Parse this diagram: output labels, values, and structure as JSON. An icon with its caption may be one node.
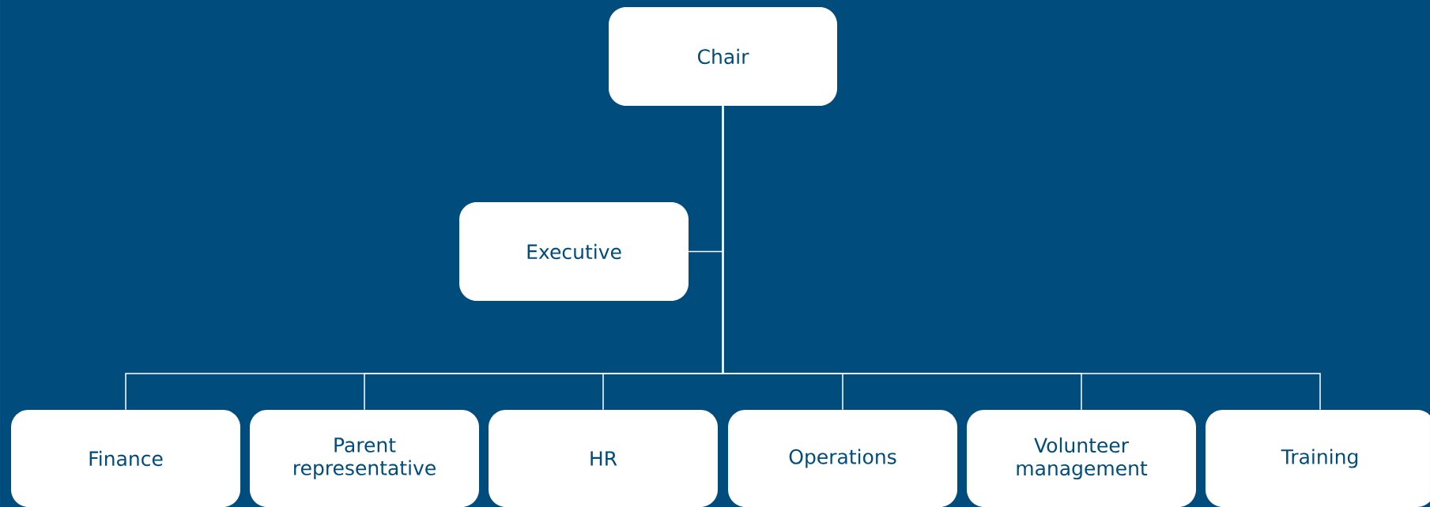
{
  "diagram": {
    "nodes": [
      {
        "text": [
          "Chair"
        ]
      },
      {
        "text": [
          "Executive"
        ]
      },
      {
        "text": [
          "Finance"
        ]
      },
      {
        "text": [
          "Parent representative"
        ]
      },
      {
        "text": [
          "HR"
        ]
      },
      {
        "text": [
          "Operations"
        ]
      },
      {
        "text": [
          "Volunteer management"
        ]
      },
      {
        "text": [
          "Training"
        ]
      }
    ],
    "edges": [
      {
        "from": 0,
        "to": 1,
        "arrow": "none"
      },
      {
        "from": 0,
        "to": 2,
        "arrow": "none"
      },
      {
        "from": 0,
        "to": 3,
        "arrow": "none"
      },
      {
        "from": 0,
        "to": 4,
        "arrow": "none"
      },
      {
        "from": 0,
        "to": 5,
        "arrow": "none"
      },
      {
        "from": 0,
        "to": 6,
        "arrow": "none"
      },
      {
        "from": 0,
        "to": 7,
        "arrow": "none"
      }
    ]
  }
}
